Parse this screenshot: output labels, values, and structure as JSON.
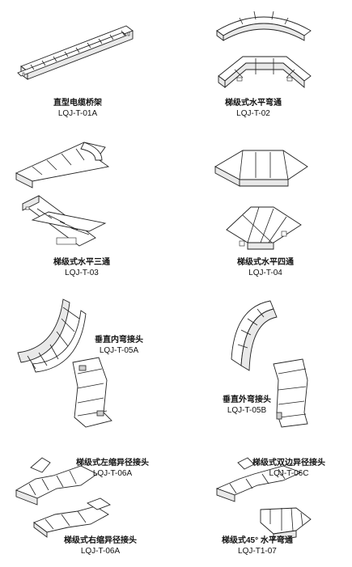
{
  "items": [
    {
      "name": "直型电缆桥架",
      "code": "LQJ-T-01A"
    },
    {
      "name": "梯级式水平弯通",
      "code": "LQJ-T-02"
    },
    {
      "name": "梯级式水平三通",
      "code": "LQJ-T-03"
    },
    {
      "name": "梯级式水平四通",
      "code": "LQJ-T-04"
    },
    {
      "name": "垂直内弯接头",
      "code": "LQJ-T-05A"
    },
    {
      "name": "垂直外弯接头",
      "code": "LQJ-T-05B"
    },
    {
      "name": "梯级式左缩异径接头",
      "code": "LQJ-T-06A"
    },
    {
      "name": "梯级式双边异径接头",
      "code": "LQJ-T-06C"
    },
    {
      "name": "梯级式右缩异径接头",
      "code": "LQJ-T-06A"
    },
    {
      "name": "梯级式45°  水平弯通",
      "code": "LQJ-T1-07"
    }
  ]
}
